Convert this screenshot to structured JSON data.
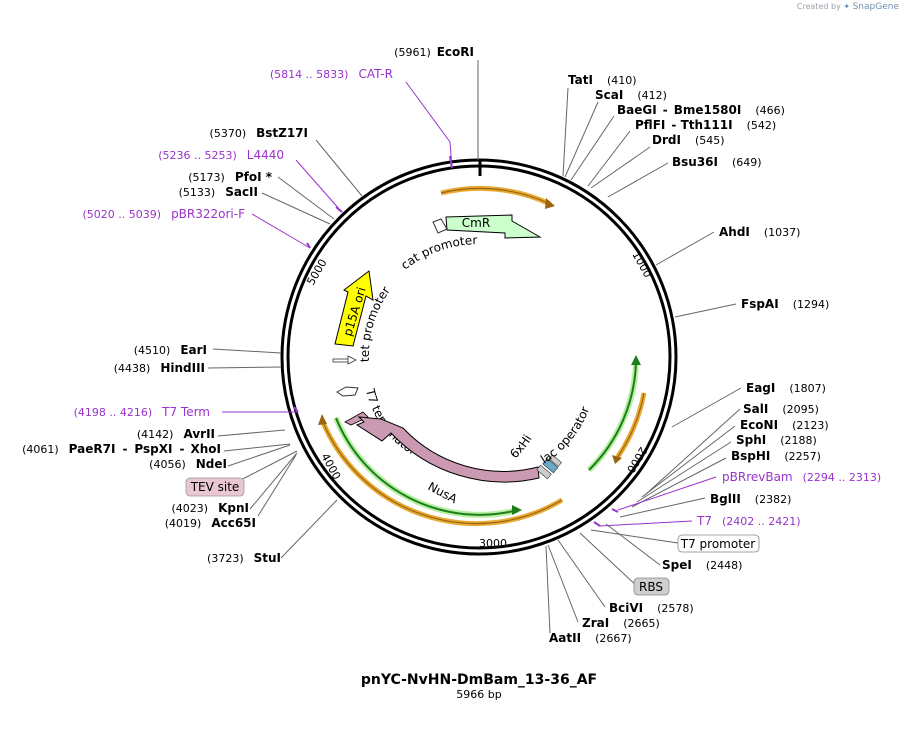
{
  "app": {
    "credit_prefix": "Created by",
    "credit_brand": "SnapGene"
  },
  "plasmid": {
    "name": "pnYC-NvHN-DmBam_13-36_AF",
    "length_label": "5966 bp",
    "total_bp": 5966
  },
  "colors": {
    "primer": "#9933cc",
    "cmr": "#ccffcc",
    "ori": "#ffff00",
    "nusa": "#cc99b3",
    "orange_arc": "#e8aa33",
    "green_arc": "#22a822"
  },
  "ticks": [
    {
      "label": "1000",
      "angle": 61
    },
    {
      "label": "2000",
      "angle": 121
    },
    {
      "label": "3000",
      "angle": 180
    },
    {
      "label": "4000",
      "angle": 241
    },
    {
      "label": "5000",
      "angle": 302
    }
  ],
  "sites": [
    {
      "name": "EcoRI",
      "pos": "(5961)"
    },
    {
      "name": "TatI",
      "pos": "(410)"
    },
    {
      "name": "ScaI",
      "pos": "(412)"
    },
    {
      "name": "BaeGI",
      "name2": "Bme1580I",
      "pos": "(466)"
    },
    {
      "name": "PflFI",
      "name2": "Tth111I",
      "pos": "(542)"
    },
    {
      "name": "DrdI",
      "pos": "(545)"
    },
    {
      "name": "Bsu36I",
      "pos": "(649)"
    },
    {
      "name": "AhdI",
      "pos": "(1037)"
    },
    {
      "name": "FspAI",
      "pos": "(1294)"
    },
    {
      "name": "EagI",
      "pos": "(1807)"
    },
    {
      "name": "SalI",
      "pos": "(2095)"
    },
    {
      "name": "EcoNI",
      "pos": "(2123)"
    },
    {
      "name": "SphI",
      "pos": "(2188)"
    },
    {
      "name": "BspHI",
      "pos": "(2257)"
    },
    {
      "name": "BglII",
      "pos": "(2382)"
    },
    {
      "name": "SpeI",
      "pos": "(2448)"
    },
    {
      "name": "BciVI",
      "pos": "(2578)"
    },
    {
      "name": "ZraI",
      "pos": "(2665)"
    },
    {
      "name": "AatII",
      "pos": "(2667)"
    },
    {
      "name": "StuI",
      "pos": "(3723)"
    },
    {
      "name": "Acc65I",
      "pos": "(4019)"
    },
    {
      "name": "KpnI",
      "pos": "(4023)"
    },
    {
      "name": "NdeI",
      "pos": "(4056)"
    },
    {
      "name": "PaeR7I",
      "name2": "PspXI",
      "name3": "XhoI",
      "pos": "(4061)"
    },
    {
      "name": "AvrII",
      "pos": "(4142)"
    },
    {
      "name": "HindIII",
      "pos": "(4438)"
    },
    {
      "name": "EarI",
      "pos": "(4510)"
    },
    {
      "name": "SacII",
      "pos": "(5133)"
    },
    {
      "name": "PfoI *",
      "pos": "(5173)"
    },
    {
      "name": "BstZ17I",
      "pos": "(5370)"
    }
  ],
  "primers": [
    {
      "name": "CAT-R",
      "range": "(5814 .. 5833)"
    },
    {
      "name": "L4440",
      "range": "(5236 .. 5253)"
    },
    {
      "name": "pBR322ori-F",
      "range": "(5020 .. 5039)"
    },
    {
      "name": "T7 Term",
      "range": "(4198 .. 4216)"
    },
    {
      "name": "pBRrevBam",
      "range": "(2294 .. 2313)"
    },
    {
      "name": "T7",
      "range": "(2402 .. 2421)"
    }
  ],
  "boxed_labels": {
    "tev": "TEV site",
    "t7prom": "T7 promoter",
    "rbs": "RBS"
  },
  "features": {
    "cmr": "CmR",
    "cat_promoter": "cat promoter",
    "p15a": "p15A ori",
    "tet_promoter": "tet promoter",
    "t7_terminator": "T7 terminator",
    "nusa": "NusA",
    "his": "6xHis",
    "lac": "lac operator"
  }
}
